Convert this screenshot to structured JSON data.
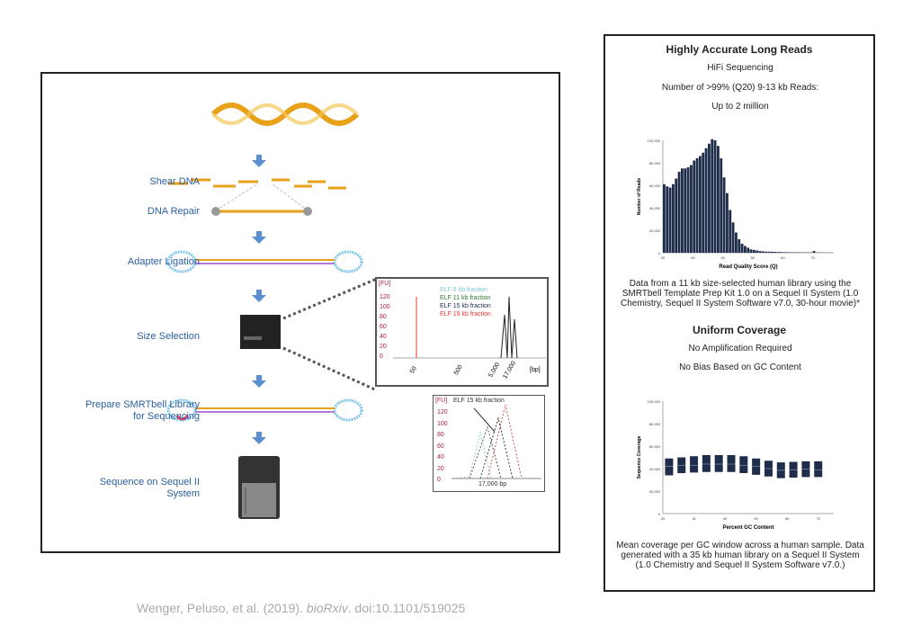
{
  "workflow": {
    "steps": [
      "Shear DNA",
      "DNA Repair",
      "Adapter Ligation",
      "Size Selection",
      "Prepare SMRTbell Library for Sequencing",
      "Sequence on Sequel II System"
    ],
    "citation_authors": "Wenger, Peluso, et al. (2019).",
    "citation_journal": "bioRxiv",
    "citation_doi": ". doi:10.1101/519025",
    "inset_top": {
      "ylabel": "[FU]",
      "yticks": [
        "120",
        "100",
        "80",
        "60",
        "40",
        "20",
        "0"
      ],
      "xticks": [
        "50",
        "500",
        "5,000",
        "17,000"
      ],
      "xunit": "[bp]",
      "legend": [
        {
          "label": "ELF 8 kb fraction",
          "color": "#7fc6d6"
        },
        {
          "label": "ELF 11 kb fraction",
          "color": "#2e7d32"
        },
        {
          "label": "ELF 15 kb fraction",
          "color": "#1f2d5a"
        },
        {
          "label": "ELF 19 kb fraction",
          "color": "#e53935"
        }
      ]
    },
    "inset_bottom": {
      "ylabel": "[FU]",
      "yticks": [
        "120",
        "100",
        "80",
        "60",
        "40",
        "20",
        "0"
      ],
      "annotation": "ELF 15 kb fraction",
      "xlabel": "17,000 bp"
    }
  },
  "panel": {
    "title": "Highly Accurate Long Reads",
    "subtitle": "HiFi Sequencing",
    "metric": "Number of >99% (Q20) 9-13 kb Reads:",
    "metric_value": "Up to 2 million",
    "caption1": "Data from a 11 kb size-selected human library using the SMRTbell Template Prep Kit 1.0 on a Sequel II System (1.0 Chemistry, Sequel II System Software v7.0, 30-hour movie)*",
    "title2": "Uniform Coverage",
    "line1": "No Amplification Required",
    "line2": "No Bias Based on GC Content",
    "caption2": "Mean coverage per GC window across a human sample. Data generated with a 35 kb human library on a Sequel II System (1.0 Chemistry and Sequel II System Software v7.0.)"
  },
  "chart_data": [
    {
      "type": "bar",
      "title": "",
      "xlabel": "Read Quality Score (Q)",
      "ylabel": "Number of Reads",
      "xlim": [
        20,
        77
      ],
      "ylim": [
        0,
        100000
      ],
      "xticks": [
        "20",
        "30",
        "40",
        "50",
        "60",
        "70"
      ],
      "yticks": [
        "0",
        "20,000",
        "40,000",
        "60,000",
        "80,000",
        "100,000"
      ],
      "color": "#1f2d4a",
      "x": [
        20,
        21,
        22,
        23,
        24,
        25,
        26,
        27,
        28,
        29,
        30,
        31,
        32,
        33,
        34,
        35,
        36,
        37,
        38,
        39,
        40,
        41,
        42,
        43,
        44,
        45,
        46,
        47,
        48,
        49,
        50,
        51,
        52,
        53,
        54,
        55,
        56,
        57,
        58,
        59,
        60,
        61,
        62,
        63,
        64,
        65,
        66,
        67,
        68,
        69,
        70,
        71,
        72,
        73,
        74,
        75,
        76
      ],
      "values": [
        61000,
        59000,
        58000,
        61000,
        66000,
        72000,
        75000,
        75000,
        76000,
        78000,
        82000,
        84000,
        86000,
        89000,
        93000,
        97000,
        101000,
        100000,
        95000,
        84000,
        67000,
        53000,
        38000,
        27000,
        18000,
        12000,
        8000,
        6000,
        4500,
        3000,
        2500,
        2000,
        1500,
        1200,
        1000,
        1000,
        900,
        800,
        700,
        600,
        500,
        500,
        400,
        400,
        400,
        400,
        300,
        300,
        300,
        300,
        1500,
        300,
        200,
        200,
        200,
        100,
        100
      ]
    },
    {
      "type": "box",
      "title": "",
      "xlabel": "Percent GC Content",
      "ylabel": "Sequence Coverage",
      "xlim": [
        20,
        75
      ],
      "ylim": [
        0,
        100000
      ],
      "xticks": [
        "20",
        "30",
        "40",
        "50",
        "60",
        "70"
      ],
      "yticks": [
        "0",
        "20,000",
        "40,000",
        "60,000",
        "80,000",
        "100,000"
      ],
      "color": "#1f2d4a",
      "x": [
        22,
        26,
        30,
        34,
        38,
        42,
        46,
        50,
        54,
        58,
        62,
        66,
        70
      ],
      "median": [
        42000,
        43000,
        43000,
        44000,
        44000,
        44000,
        43000,
        42000,
        40000,
        38500,
        39000,
        39500,
        39000
      ],
      "q1": [
        34000,
        36000,
        36500,
        37000,
        37000,
        37000,
        36000,
        34500,
        33000,
        31500,
        32000,
        32500,
        32500
      ],
      "q3": [
        49000,
        50000,
        51000,
        52000,
        52000,
        52000,
        51000,
        49000,
        47000,
        45500,
        46000,
        46500,
        46500
      ]
    }
  ]
}
